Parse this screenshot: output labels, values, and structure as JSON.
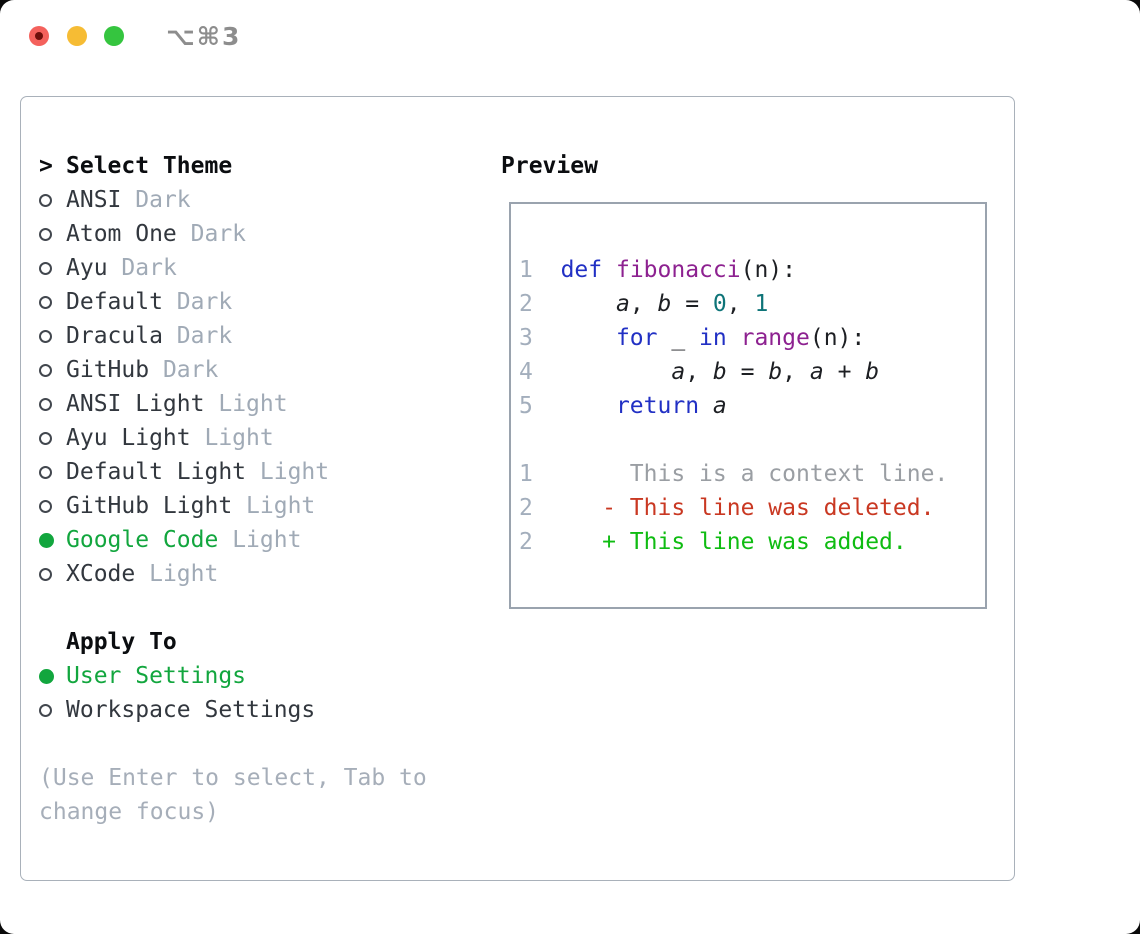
{
  "window": {
    "title": "⌥⌘3",
    "traffic_lights": [
      {
        "name": "close",
        "color": "#f4615c",
        "inner_dot": "#6e0f0b"
      },
      {
        "name": "minimize",
        "color": "#f6bc34"
      },
      {
        "name": "zoom",
        "color": "#35c53f"
      }
    ]
  },
  "theme_panel": {
    "header": {
      "prefix": ">",
      "label": "Select Theme"
    },
    "themes": [
      {
        "name": "ANSI",
        "tag": "Dark",
        "selected": false
      },
      {
        "name": "Atom One",
        "tag": "Dark",
        "selected": false
      },
      {
        "name": "Ayu",
        "tag": "Dark",
        "selected": false
      },
      {
        "name": "Default",
        "tag": "Dark",
        "selected": false
      },
      {
        "name": "Dracula",
        "tag": "Dark",
        "selected": false
      },
      {
        "name": "GitHub",
        "tag": "Dark",
        "selected": false
      },
      {
        "name": "ANSI Light",
        "tag": "Light",
        "selected": false
      },
      {
        "name": "Ayu Light",
        "tag": "Light",
        "selected": false
      },
      {
        "name": "Default Light",
        "tag": "Light",
        "selected": false
      },
      {
        "name": "GitHub Light",
        "tag": "Light",
        "selected": false
      },
      {
        "name": "Google Code",
        "tag": "Light",
        "selected": true
      },
      {
        "name": "XCode",
        "tag": "Light",
        "selected": false
      }
    ],
    "apply_to": {
      "label": "Apply To",
      "options": [
        {
          "name": "User Settings",
          "selected": true
        },
        {
          "name": "Workspace Settings",
          "selected": false
        }
      ]
    },
    "help_text": "(Use Enter to select, Tab to change focus)"
  },
  "preview": {
    "title": "Preview",
    "lines": [
      [
        [
          "ln",
          "1"
        ],
        [
          "pl",
          "  "
        ],
        [
          "kw",
          "def"
        ],
        [
          "pl",
          " "
        ],
        [
          "fn",
          "fibonacci"
        ],
        [
          "pl",
          "(n):"
        ]
      ],
      [
        [
          "ln",
          "2"
        ],
        [
          "pl",
          "      "
        ],
        [
          "var",
          "a"
        ],
        [
          "pl",
          ", "
        ],
        [
          "var",
          "b"
        ],
        [
          "pl",
          " = "
        ],
        [
          "num",
          "0"
        ],
        [
          "pl",
          ", "
        ],
        [
          "num",
          "1"
        ]
      ],
      [
        [
          "ln",
          "3"
        ],
        [
          "pl",
          "      "
        ],
        [
          "kw",
          "for"
        ],
        [
          "pl",
          " _ "
        ],
        [
          "kw",
          "in"
        ],
        [
          "pl",
          " "
        ],
        [
          "fn",
          "range"
        ],
        [
          "pl",
          "(n):"
        ]
      ],
      [
        [
          "ln",
          "4"
        ],
        [
          "pl",
          "          "
        ],
        [
          "var",
          "a"
        ],
        [
          "pl",
          ", "
        ],
        [
          "var",
          "b"
        ],
        [
          "pl",
          " = "
        ],
        [
          "var",
          "b"
        ],
        [
          "pl",
          ", "
        ],
        [
          "var",
          "a"
        ],
        [
          "pl",
          " + "
        ],
        [
          "var",
          "b"
        ]
      ],
      [
        [
          "ln",
          "5"
        ],
        [
          "pl",
          "      "
        ],
        [
          "kw",
          "return"
        ],
        [
          "pl",
          " "
        ],
        [
          "var",
          "a"
        ]
      ],
      [],
      [
        [
          "ln",
          "1"
        ],
        [
          "ctx",
          "       This is a context line."
        ]
      ],
      [
        [
          "ln",
          "2"
        ],
        [
          "pl",
          "     "
        ],
        [
          "del",
          "- This line was deleted."
        ]
      ],
      [
        [
          "ln",
          "2"
        ],
        [
          "pl",
          "     "
        ],
        [
          "add",
          "+ This line was added."
        ]
      ]
    ]
  },
  "colors": {
    "accent_green": "#12a63e",
    "syntax_keyword": "#2130c4",
    "syntax_function": "#8d2190",
    "syntax_number": "#0e7478",
    "line_number": "#a3aebc",
    "diff_context": "#9a9ea3",
    "diff_deleted": "#c93822",
    "diff_added": "#0fbc12"
  }
}
